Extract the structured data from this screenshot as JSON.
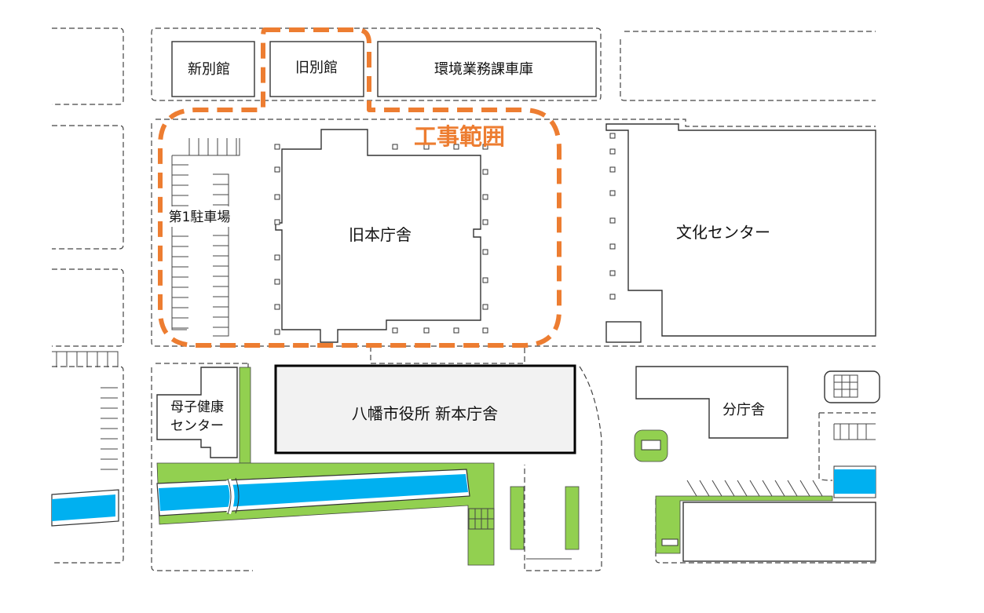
{
  "labels": {
    "shin_bekkan": "新別館",
    "kyu_bekkan": "旧別館",
    "kankyo": "環境業務課車庫",
    "construction": "工事範囲",
    "parking1": "第1駐車場",
    "kyu_honchosha": "旧本庁舎",
    "bunka": "文化センター",
    "boshi_line1": "母子健康",
    "boshi_line2": "センター",
    "shin_honchosha": "八幡市役所 新本庁舎",
    "bunchosha": "分庁舎"
  },
  "colors": {
    "construction": "#ED7D31",
    "green": "#92D050",
    "water": "#00B0F0",
    "new_building_fill": "#F2F2F2"
  }
}
